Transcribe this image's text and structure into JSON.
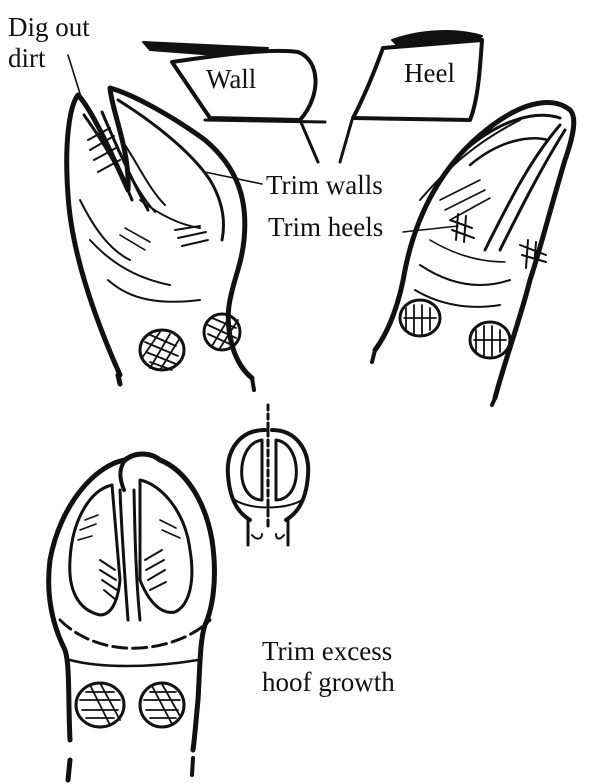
{
  "labels": {
    "dig_out_dirt": "Dig out\ndirt",
    "wall": "Wall",
    "heel": "Heel",
    "trim_walls": "Trim walls",
    "trim_heels": "Trim heels",
    "trim_excess": "Trim excess\nhoof growth"
  },
  "colors": {
    "ink": "#111111",
    "paper": "#ffffff"
  }
}
